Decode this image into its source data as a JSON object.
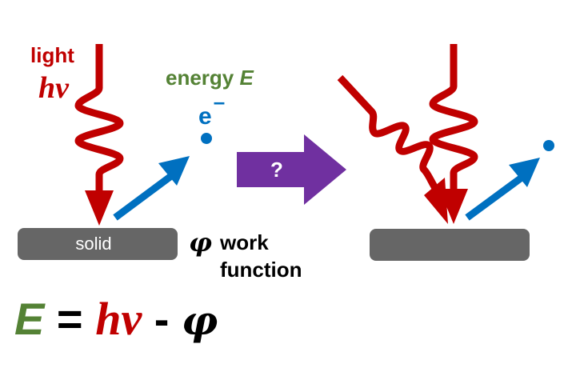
{
  "colors": {
    "red": "#c00000",
    "green": "#548235",
    "blue": "#0070c0",
    "purple": "#7030a0",
    "gray": "#666666"
  },
  "left_panel": {
    "light_label": "light",
    "hv_label": "hν",
    "energy_label": "energy",
    "energy_symbol": "E",
    "electron_label": "e",
    "electron_charge": "–",
    "solid_label": "solid",
    "phi_symbol": "φ",
    "work_function_line1": "work",
    "work_function_line2": "function"
  },
  "transition_arrow": {
    "label": "?"
  },
  "equation": {
    "lhs": "E",
    "equals": " = ",
    "hv": "hν",
    "minus": " - ",
    "phi": "φ"
  }
}
